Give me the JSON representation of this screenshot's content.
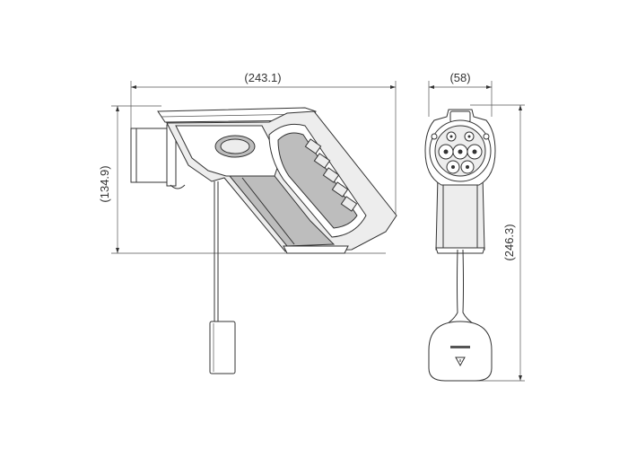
{
  "dimensions": {
    "side_width": "(243.1)",
    "side_height": "(134.9)",
    "front_width": "(58)",
    "front_height": "(246.3)"
  },
  "colors": {
    "line": "#333333",
    "housing": "#ededed",
    "dark_insert": "#bdbdbd",
    "background": "#ffffff"
  }
}
